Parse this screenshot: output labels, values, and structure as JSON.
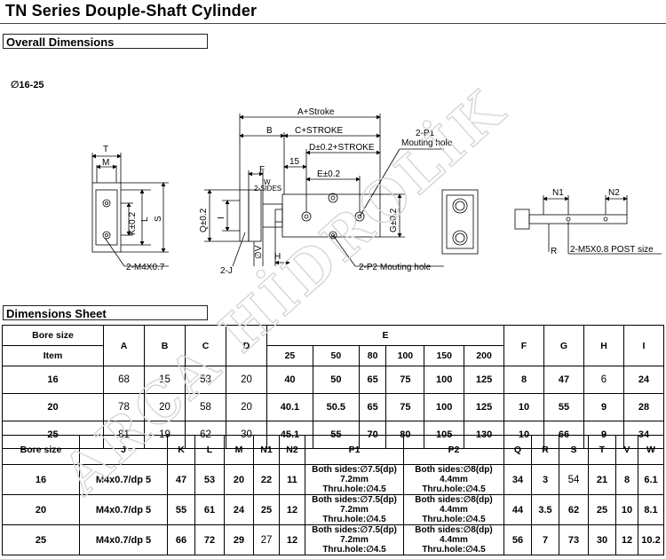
{
  "header": {
    "title": "TN Series Douple-Shaft Cylinder"
  },
  "sections": {
    "overall": "Overall Dimensions",
    "sheet": "Dimensions Sheet"
  },
  "bore_range": "∅16-25",
  "watermark": "ARCA HİDROLİK",
  "drawing_labels": {
    "T": "T",
    "M": "M",
    "K": "K±0.2",
    "L": "L",
    "S": "S",
    "M4": "2-M4X0.7",
    "A": "A+Stroke",
    "B": "B",
    "C": "C+STROKE",
    "D": "D±0.2+STROKE",
    "n15": "15",
    "E": "E±0.2",
    "F": "F",
    "W": "W",
    "sides": "2-SIDES",
    "Q": "Q±0.2",
    "I": "I",
    "G": "G±0.2",
    "V": "∅V",
    "H": "H",
    "J": "2-J",
    "P1a": "2-P1",
    "P1b": "Mouting hole",
    "P2": "2-P2 Mouting hole",
    "N1": "N1",
    "N2": "N2",
    "R": "R",
    "M5": "2-M5X0.8 POST size"
  },
  "table1": {
    "bore_label": "Bore size",
    "item_label": "Item",
    "cols": [
      "A",
      "B",
      "C",
      "D",
      "E",
      "F",
      "G",
      "H",
      "I"
    ],
    "e_sub": [
      "25",
      "50",
      "80",
      "100",
      "150",
      "200"
    ],
    "rows": [
      {
        "bore": "16",
        "A": "68",
        "B": "15",
        "C": "53",
        "D": "20",
        "E": [
          "40",
          "50",
          "65",
          "75",
          "100",
          "125"
        ],
        "F": "8",
        "G": "47",
        "H": "6",
        "I": "24"
      },
      {
        "bore": "20",
        "A": "78",
        "B": "20",
        "C": "58",
        "D": "20",
        "E": [
          "40.1",
          "50.5",
          "65",
          "75",
          "100",
          "125"
        ],
        "F": "10",
        "G": "55",
        "H": "9",
        "I": "28"
      },
      {
        "bore": "25",
        "A": "81",
        "B": "19",
        "C": "62",
        "D": "30",
        "E": [
          "45.1",
          "55",
          "70",
          "80",
          "105",
          "130"
        ],
        "F": "10",
        "G": "66",
        "H": "9",
        "I": "34"
      }
    ]
  },
  "table2": {
    "cols": [
      "Bore size",
      "J",
      "K",
      "L",
      "M",
      "N1",
      "N2",
      "P1",
      "P2",
      "Q",
      "R",
      "S",
      "T",
      "V",
      "W"
    ],
    "rows": [
      {
        "bore": "16",
        "J": "M4x0.7/dp 5",
        "K": "47",
        "L": "53",
        "M": "20",
        "N1": "22",
        "N2": "11",
        "P1": [
          "Both sides:∅7.5(dp)",
          "7.2mm",
          "Thru.hole:∅4.5"
        ],
        "P2": [
          "Both sides:∅8(dp)",
          "4.4mm",
          "Thru.hole:∅4.5"
        ],
        "Q": "34",
        "R": "3",
        "S": "54",
        "T": "21",
        "V": "8",
        "W": "6.1"
      },
      {
        "bore": "20",
        "J": "M4x0.7/dp 5",
        "K": "55",
        "L": "61",
        "M": "24",
        "N1": "25",
        "N2": "12",
        "P1": [
          "Both sides:∅7.5(dp)",
          "7.2mm",
          "Thru.hole:∅4.5"
        ],
        "P2": [
          "Both sides:∅8(dp)",
          "4.4mm",
          "Thru.hole:∅4.5"
        ],
        "Q": "44",
        "R": "3.5",
        "S": "62",
        "T": "25",
        "V": "10",
        "W": "8.1"
      },
      {
        "bore": "25",
        "J": "M4x0.7/dp 5",
        "K": "66",
        "L": "72",
        "M": "29",
        "N1": "27",
        "N2": "12",
        "P1": [
          "Both sides:∅7.5(dp)",
          "7.2mm",
          "Thru.hole:∅4.5"
        ],
        "P2": [
          "Both sides:∅8(dp)",
          "4.4mm",
          "Thru.hole:∅4.5"
        ],
        "Q": "56",
        "R": "7",
        "S": "73",
        "T": "30",
        "V": "12",
        "W": "10.2"
      }
    ]
  }
}
